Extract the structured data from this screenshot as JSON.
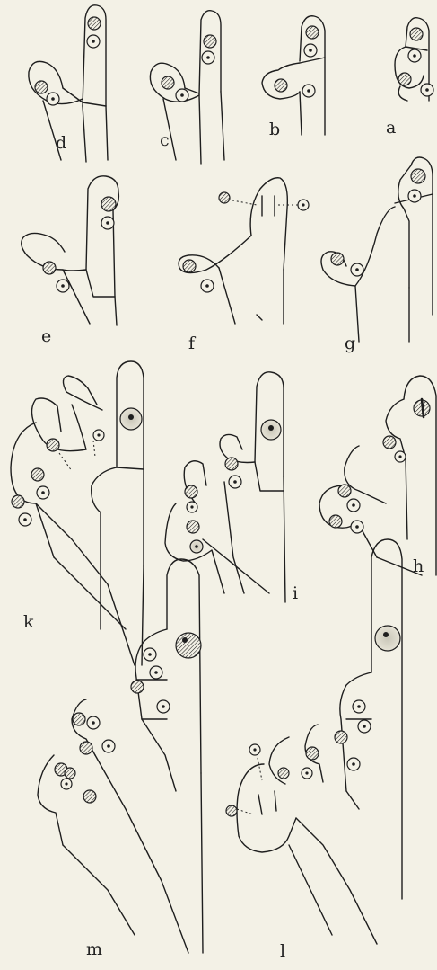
{
  "figure": {
    "panel_labels": {
      "a": "a",
      "b": "b",
      "c": "c",
      "d": "d",
      "e": "e",
      "f": "f",
      "g": "g",
      "h": "h",
      "i": "i",
      "k": "k",
      "l": "l",
      "m": "m"
    }
  }
}
